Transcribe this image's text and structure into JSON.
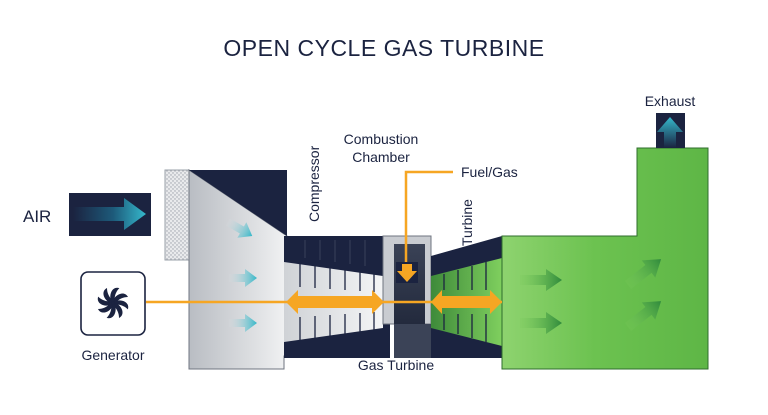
{
  "title": "OPEN CYCLE GAS TURBINE",
  "labels": {
    "air": "AIR",
    "compressor": "Compressor",
    "combustion_line1": "Combustion",
    "combustion_line2": "Chamber",
    "fuel_gas": "Fuel/Gas",
    "turbine": "Turbine",
    "exhaust": "Exhaust",
    "generator": "Generator",
    "gas_turbine": "Gas Turbine"
  },
  "colors": {
    "navy": "#1b2340",
    "navy_dark": "#141a30",
    "grey_body": "#c9ccd1",
    "grey_light": "#e4e6e9",
    "teal_arrow": "#33b7c8",
    "orange": "#f6a623",
    "green": "#62b94a",
    "green_light": "#8ed36f",
    "green_dark": "#2f8a3c",
    "text": "#1b2340"
  },
  "icons": {
    "air_arrow": "arrow-right-icon",
    "exhaust_arrow": "arrow-up-icon",
    "generator": "fan-icon",
    "fuel_arrow": "arrow-down-icon"
  }
}
